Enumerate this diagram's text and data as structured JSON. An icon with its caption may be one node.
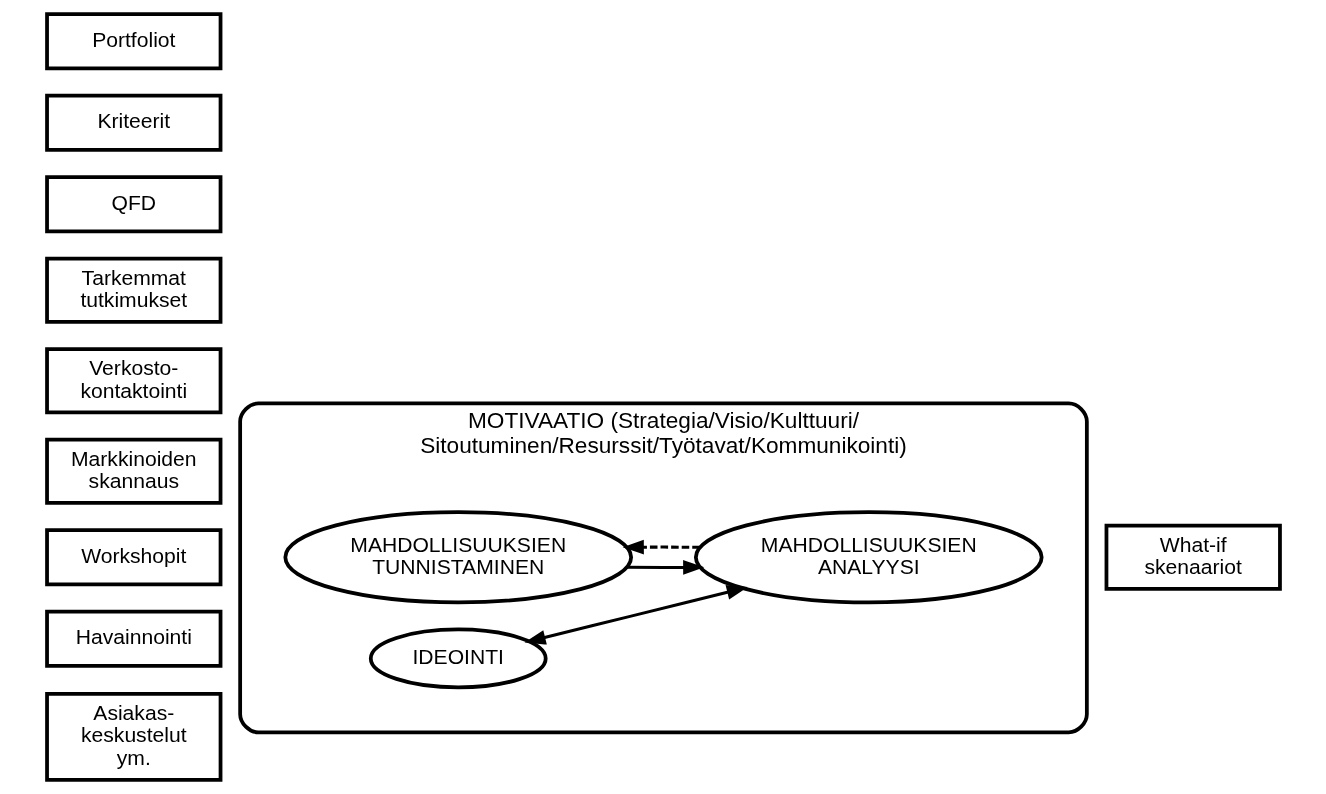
{
  "diagram": {
    "nodes": [
      {
        "text": [
          "MOTIVAATIO (Strategia/Visio/Kulttuuri/ Sitoutuminen/Resurssit/Työtavat/Kommunikointi)"
        ]
      },
      {
        "text": [
          "MAHDOLLISUUKSIEN TUNNISTAMINEN"
        ],
        "in": 0
      },
      {
        "text": [
          "MAHDOLLISUUKSIEN ANALYYSI"
        ],
        "in": 0
      },
      {
        "text": [
          "IDEOINTI"
        ],
        "in": 0
      },
      {
        "text": [
          "Asiakas- keskustelut ym."
        ]
      },
      {
        "text": [
          "Havainnointi"
        ]
      },
      {
        "text": [
          "Workshopit"
        ]
      },
      {
        "text": [
          "Markkinoiden skannaus"
        ]
      },
      {
        "text": [
          "Verkosto- kontaktointi"
        ]
      },
      {
        "text": [
          "Tarkemmat tutkimukset"
        ]
      },
      {
        "text": [
          "QFD"
        ]
      },
      {
        "text": [
          "What-if skenaariot"
        ]
      },
      {
        "text": [
          "Kriteerit"
        ]
      },
      {
        "text": [
          "Portfoliot"
        ]
      }
    ],
    "edges": [
      {
        "from": 1,
        "to": 2,
        "arrow": "to"
      },
      {
        "from": 2,
        "to": 1,
        "arrow": "to",
        "style": "dashed"
      },
      {
        "from": 2,
        "to": 3,
        "arrow": "both"
      }
    ]
  }
}
